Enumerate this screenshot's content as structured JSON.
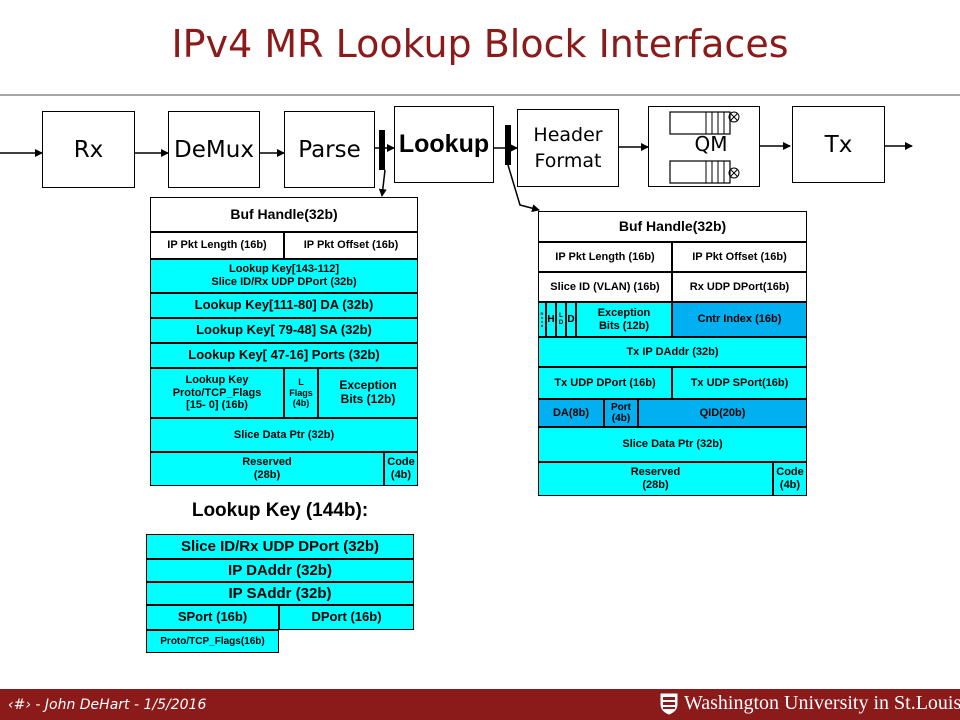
{
  "title": "IPv4 MR Lookup Block Interfaces",
  "pipeline": {
    "rx": "Rx",
    "demux": "DeMux",
    "parse": "Parse",
    "lookup": "Lookup",
    "header_format": [
      "Header",
      "Format"
    ],
    "qm": "QM",
    "tx": "Tx"
  },
  "input_record": {
    "buf_handle": "Buf Handle(32b)",
    "ip_pkt_length": "IP Pkt Length (16b)",
    "ip_pkt_offset": "IP Pkt Offset (16b)",
    "key_143_112": [
      "Lookup Key[143-112]",
      "Slice ID/Rx UDP DPort (32b)"
    ],
    "key_111_80": "Lookup Key[111-80] DA (32b)",
    "key_79_48": "Lookup Key[ 79-48] SA (32b)",
    "key_47_16": "Lookup Key[ 47-16] Ports (32b)",
    "key_proto": [
      "Lookup Key",
      "Proto/TCP_Flags",
      "[15- 0] (16b)"
    ],
    "l_flags": [
      "L",
      "Flags",
      "(4b)"
    ],
    "exception_bits": [
      "Exception",
      "Bits (12b)"
    ],
    "slice_data_ptr": "Slice Data Ptr (32b)",
    "reserved": [
      "Reserved",
      "(28b)"
    ],
    "code": [
      "Code",
      "(4b)"
    ]
  },
  "output_record": {
    "buf_handle": "Buf Handle(32b)",
    "ip_pkt_length": "IP Pkt Length (16b)",
    "ip_pkt_offset": "IP Pkt Offset (16b)",
    "slice_id_vlan": "Slice ID (VLAN) (16b)",
    "rx_udp_dport": "Rx UDP DPort(16b)",
    "rsv_tiny": [
      "R",
      "s",
      "v",
      "d"
    ],
    "h_flag": "H",
    "l_flag": [
      "L",
      "D"
    ],
    "d_flag": "D",
    "exception_bits": [
      "Exception",
      "Bits (12b)"
    ],
    "cntr_index": "Cntr Index (16b)",
    "tx_ip_daddr": "Tx IP DAddr (32b)",
    "tx_udp_dport": "Tx UDP DPort (16b)",
    "tx_udp_sport": "Tx UDP SPort(16b)",
    "da": "DA(8b)",
    "port": [
      "Port",
      "(4b)"
    ],
    "qid": "QID(20b)",
    "slice_data_ptr": "Slice Data Ptr (32b)",
    "reserved": [
      "Reserved",
      "(28b)"
    ],
    "code": [
      "Code",
      "(4b)"
    ]
  },
  "lookup_key": {
    "heading": "Lookup Key (144b):",
    "slice_id": "Slice ID/Rx UDP DPort (32b)",
    "ip_daddr": "IP DAddr (32b)",
    "ip_saddr": "IP SAddr (32b)",
    "sport": "SPort (16b)",
    "dport": "DPort (16b)",
    "proto": "Proto/TCP_Flags(16b)"
  },
  "footer": {
    "text": "‹#› - John DeHart - 1/5/2016",
    "logo_text": "Washington University in St.Louis"
  },
  "colors": {
    "title": "#8b1a1a",
    "footer": "#8b1a1a",
    "cyan": "#00ffff",
    "blue": "#00b0f0"
  }
}
